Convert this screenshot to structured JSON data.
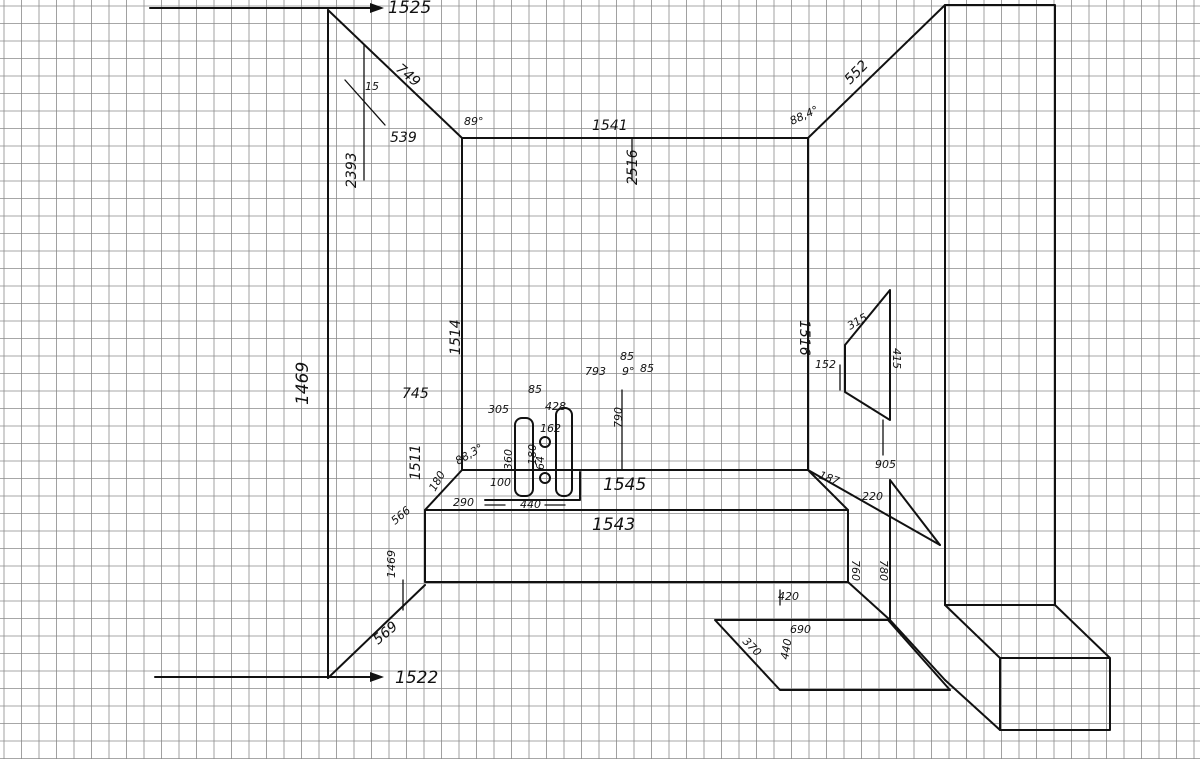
{
  "colors": {
    "ink": "#111111",
    "grid": "#8a8a8a",
    "paper": "#ffffff"
  },
  "labels": {
    "top_width": "1525",
    "bottom_width": "1522",
    "back_top": "1541",
    "back_floor": "1545",
    "platform_front": "1543",
    "left_back_height": "1514",
    "right_back_height": "1516",
    "left_front_height": "1469",
    "left_ceiling_depth": "749",
    "left_floor_depth": "569",
    "right_ceiling_depth": "552",
    "left_arrow_15": "15",
    "left_arrow_539": "539",
    "left_vertical_2393": "2393",
    "angle_back_left_top": "89°",
    "angle_back_right_top": "88,4°",
    "angle_back_left_bottom": "88,3°",
    "ceiling_drop": "2516",
    "left_745": "745",
    "left_low_1511": "1511",
    "left_180": "180",
    "left_566": "566",
    "platform_left_height": "1469",
    "unit_305": "305",
    "unit_85": "85",
    "unit_428": "428",
    "unit_360": "360",
    "unit_162": "162",
    "unit_180": "180",
    "unit_64": "64",
    "unit_100": "100",
    "unit_440": "440",
    "unit_290": "290",
    "pipe_85_top": "85",
    "pipe_793": "793",
    "pipe_85_right": "85",
    "pipe_790": "790",
    "pipe_angle": "9°",
    "window_315": "315",
    "window_152": "152",
    "window_415": "415",
    "window_905": "905",
    "right_187": "187",
    "right_220": "220",
    "right_760": "760",
    "right_780": "780",
    "box_420": "420",
    "box_690": "690",
    "box_370": "370",
    "box_440": "440"
  }
}
